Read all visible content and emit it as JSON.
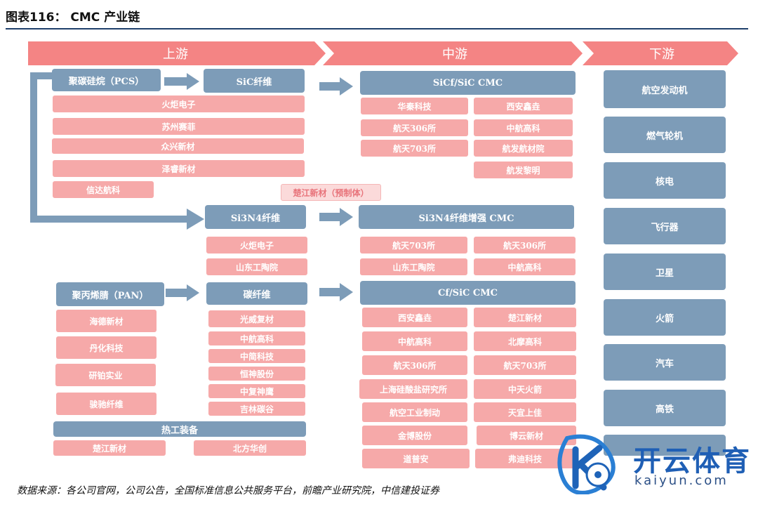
{
  "title": "图表116： CMC 产业链",
  "source": "数据来源：各公司官网，公司公告，全国标准信息公共服务平台，前瞻产业研究院，中信建投证券",
  "stages": {
    "upstream": "上游",
    "midstream": "中游",
    "downstream": "下游"
  },
  "upstream": {
    "pcs": {
      "label": "聚碳硅烷（PCS）"
    },
    "sic_fiber": {
      "label": "SiC纤维",
      "suppliers": [
        "火炬电子",
        "苏州赛菲",
        "众兴新材",
        "泽睿新材",
        "信达航科"
      ]
    },
    "preform": "楚江新材（预制体）",
    "si3n4_fiber": {
      "label": "Si3N4纤维",
      "suppliers": [
        "火炬电子",
        "山东工陶院"
      ]
    },
    "pan": {
      "label": "聚丙烯腈（PAN）",
      "suppliers": [
        "海德新材",
        "丹化科技",
        "研铂实业",
        "骏驰纤维"
      ]
    },
    "carbon_fiber": {
      "label": "碳纤维",
      "suppliers": [
        "光威复材",
        "中航高科",
        "中简科技",
        "恒神股份",
        "中复神鹰",
        "吉林碳谷"
      ]
    },
    "equipment": {
      "label": "热工装备",
      "suppliers": [
        "楚江新材",
        "北方华创"
      ]
    }
  },
  "midstream": {
    "sicf": {
      "label": "SiCf/SiC CMC",
      "suppliers": [
        "华秦科技",
        "西安鑫垚",
        "航天306所",
        "中航高科",
        "航天703所",
        "航发航材院",
        "航发黎明"
      ]
    },
    "si3n4": {
      "label": "Si3N4纤维增强 CMC",
      "suppliers": [
        "航天703所",
        "航天306所",
        "山东工陶院",
        "中航高科"
      ]
    },
    "cf": {
      "label": "Cf/SiC CMC",
      "suppliers": [
        "西安鑫垚",
        "楚江新材",
        "中航高科",
        "北摩高科",
        "航天306所",
        "航天703所",
        "上海硅酸盐研究所",
        "中天火箭",
        "航空工业制动",
        "天宜上佳",
        "金博股份",
        "博云新材",
        "道普安",
        "弗迪科技"
      ]
    }
  },
  "downstream": {
    "items": [
      "航空发动机",
      "燃气轮机",
      "核电",
      "飞行器",
      "卫星",
      "火箭",
      "汽车",
      "高铁"
    ]
  },
  "watermark": {
    "name": "开云体育",
    "domain": "kaiyun.com"
  },
  "colors": {
    "banner": "#f48484",
    "blue_box": "#7d9cb8",
    "pink_box": "#f6a9a9",
    "arrow": "#7d9cb8"
  }
}
